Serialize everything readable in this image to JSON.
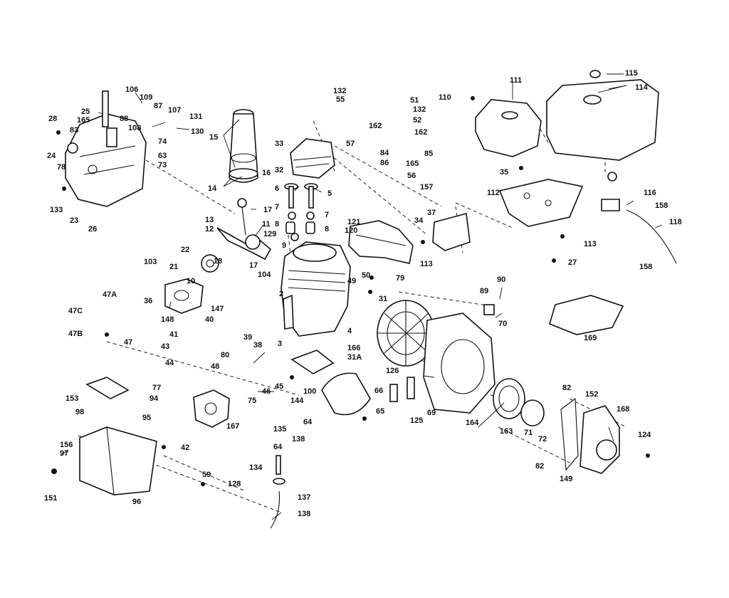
{
  "diagram": {
    "callouts": [
      {
        "id": "c1",
        "text": "106"
      },
      {
        "id": "c2",
        "text": "109"
      },
      {
        "id": "c3",
        "text": "87"
      },
      {
        "id": "c4",
        "text": "107"
      },
      {
        "id": "c5",
        "text": "131"
      },
      {
        "id": "c6",
        "text": "25"
      },
      {
        "id": "c7",
        "text": "88"
      },
      {
        "id": "c8",
        "text": "28"
      },
      {
        "id": "c9",
        "text": "83"
      },
      {
        "id": "c10",
        "text": "165"
      },
      {
        "id": "c11",
        "text": "108"
      },
      {
        "id": "c12",
        "text": "130"
      },
      {
        "id": "c13",
        "text": "74"
      },
      {
        "id": "c14",
        "text": "63"
      },
      {
        "id": "c15",
        "text": "73"
      },
      {
        "id": "c16",
        "text": "24"
      },
      {
        "id": "c17",
        "text": "78"
      },
      {
        "id": "c18",
        "text": "133"
      },
      {
        "id": "c19",
        "text": "23"
      },
      {
        "id": "c20",
        "text": "26"
      },
      {
        "id": "c21",
        "text": "15"
      },
      {
        "id": "c22",
        "text": "14"
      },
      {
        "id": "c23",
        "text": "16"
      },
      {
        "id": "c24",
        "text": "17"
      },
      {
        "id": "c25",
        "text": "13"
      },
      {
        "id": "c26",
        "text": "12"
      },
      {
        "id": "c27",
        "text": "11"
      },
      {
        "id": "c28",
        "text": "129"
      },
      {
        "id": "c29",
        "text": "22"
      },
      {
        "id": "c30",
        "text": "18"
      },
      {
        "id": "c31",
        "text": "17"
      },
      {
        "id": "c32",
        "text": "21"
      },
      {
        "id": "c33",
        "text": "10"
      },
      {
        "id": "c34",
        "text": "103"
      },
      {
        "id": "c35",
        "text": "36"
      },
      {
        "id": "c36",
        "text": "148"
      },
      {
        "id": "c37",
        "text": "147"
      },
      {
        "id": "c38",
        "text": "47A"
      },
      {
        "id": "c39",
        "text": "47C"
      },
      {
        "id": "c40",
        "text": "47B"
      },
      {
        "id": "c41",
        "text": "47"
      },
      {
        "id": "c42",
        "text": "41"
      },
      {
        "id": "c43",
        "text": "43"
      },
      {
        "id": "c44",
        "text": "44"
      },
      {
        "id": "c45",
        "text": "40"
      },
      {
        "id": "c46",
        "text": "39"
      },
      {
        "id": "c47",
        "text": "38"
      },
      {
        "id": "c48",
        "text": "104"
      },
      {
        "id": "c49",
        "text": "33"
      },
      {
        "id": "c50",
        "text": "32"
      },
      {
        "id": "c51",
        "text": "6"
      },
      {
        "id": "c52",
        "text": "5"
      },
      {
        "id": "c53",
        "text": "7"
      },
      {
        "id": "c54",
        "text": "7"
      },
      {
        "id": "c55",
        "text": "8"
      },
      {
        "id": "c56",
        "text": "8"
      },
      {
        "id": "c57",
        "text": "9"
      },
      {
        "id": "c58",
        "text": "2"
      },
      {
        "id": "c59",
        "text": "3"
      },
      {
        "id": "c60",
        "text": "4"
      },
      {
        "id": "c61",
        "text": "132"
      },
      {
        "id": "c62",
        "text": "55"
      },
      {
        "id": "c63",
        "text": "162"
      },
      {
        "id": "c64",
        "text": "57"
      },
      {
        "id": "c65",
        "text": "51"
      },
      {
        "id": "c66",
        "text": "132"
      },
      {
        "id": "c67",
        "text": "52"
      },
      {
        "id": "c68",
        "text": "162"
      },
      {
        "id": "c69",
        "text": "84"
      },
      {
        "id": "c70",
        "text": "86"
      },
      {
        "id": "c71",
        "text": "165"
      },
      {
        "id": "c72",
        "text": "85"
      },
      {
        "id": "c73",
        "text": "56"
      },
      {
        "id": "c74",
        "text": "157"
      },
      {
        "id": "c75",
        "text": "37"
      },
      {
        "id": "c76",
        "text": "34"
      },
      {
        "id": "c77",
        "text": "121"
      },
      {
        "id": "c78",
        "text": "120"
      },
      {
        "id": "c79",
        "text": "113"
      },
      {
        "id": "c80",
        "text": "50"
      },
      {
        "id": "c81",
        "text": "79"
      },
      {
        "id": "c82",
        "text": "49"
      },
      {
        "id": "c83",
        "text": "31"
      },
      {
        "id": "c84",
        "text": "110"
      },
      {
        "id": "c85",
        "text": "111"
      },
      {
        "id": "c86",
        "text": "115"
      },
      {
        "id": "c87",
        "text": "114"
      },
      {
        "id": "c88",
        "text": "35"
      },
      {
        "id": "c89",
        "text": "112"
      },
      {
        "id": "c90",
        "text": "116"
      },
      {
        "id": "c91",
        "text": "158"
      },
      {
        "id": "c92",
        "text": "118"
      },
      {
        "id": "c93",
        "text": "113"
      },
      {
        "id": "c94",
        "text": "27"
      },
      {
        "id": "c95",
        "text": "158"
      },
      {
        "id": "c96",
        "text": "89"
      },
      {
        "id": "c97",
        "text": "90"
      },
      {
        "id": "c98",
        "text": "70"
      },
      {
        "id": "c99",
        "text": "169"
      },
      {
        "id": "c100",
        "text": "166"
      },
      {
        "id": "c101",
        "text": "31A"
      },
      {
        "id": "c102",
        "text": "126"
      },
      {
        "id": "c103",
        "text": "66"
      },
      {
        "id": "c104",
        "text": "125"
      },
      {
        "id": "c105",
        "text": "69"
      },
      {
        "id": "c106",
        "text": "164"
      },
      {
        "id": "c107",
        "text": "163"
      },
      {
        "id": "c108",
        "text": "71"
      },
      {
        "id": "c109",
        "text": "72"
      },
      {
        "id": "c110",
        "text": "82"
      },
      {
        "id": "c111",
        "text": "152"
      },
      {
        "id": "c112",
        "text": "168"
      },
      {
        "id": "c113",
        "text": "82"
      },
      {
        "id": "c114",
        "text": "149"
      },
      {
        "id": "c115",
        "text": "124"
      },
      {
        "id": "c116",
        "text": "48"
      },
      {
        "id": "c117",
        "text": "80"
      },
      {
        "id": "c118",
        "text": "45"
      },
      {
        "id": "c119",
        "text": "46"
      },
      {
        "id": "c120",
        "text": "75"
      },
      {
        "id": "c121",
        "text": "167"
      },
      {
        "id": "c122",
        "text": "77"
      },
      {
        "id": "c123",
        "text": "94"
      },
      {
        "id": "c124",
        "text": "95"
      },
      {
        "id": "c125",
        "text": "144"
      },
      {
        "id": "c126",
        "text": "100"
      },
      {
        "id": "c127",
        "text": "64"
      },
      {
        "id": "c128",
        "text": "65"
      },
      {
        "id": "c129",
        "text": "153"
      },
      {
        "id": "c130",
        "text": "98"
      },
      {
        "id": "c131",
        "text": "156"
      },
      {
        "id": "c132",
        "text": "97"
      },
      {
        "id": "c133",
        "text": "151"
      },
      {
        "id": "c134",
        "text": "96"
      },
      {
        "id": "c135",
        "text": "42"
      },
      {
        "id": "c136",
        "text": "59"
      },
      {
        "id": "c137",
        "text": "128"
      },
      {
        "id": "c138",
        "text": "135"
      },
      {
        "id": "c139",
        "text": "64"
      },
      {
        "id": "c140",
        "text": "138"
      },
      {
        "id": "c141",
        "text": "134"
      },
      {
        "id": "c142",
        "text": "137"
      },
      {
        "id": "c143",
        "text": "138"
      }
    ]
  }
}
